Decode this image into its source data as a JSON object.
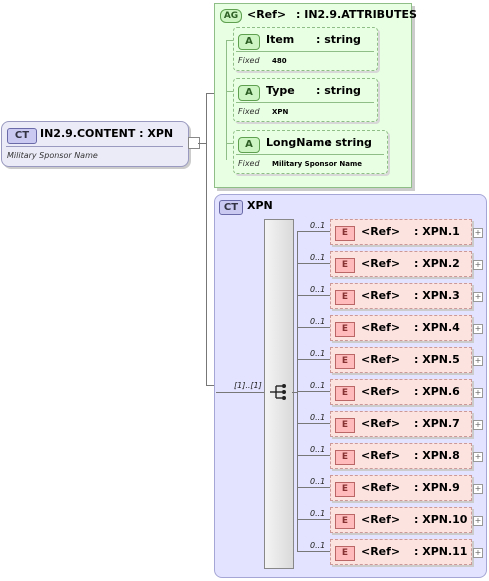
{
  "root": {
    "tag": "CT",
    "title": "IN2.9.CONTENT : XPN",
    "documentation": "Military Sponsor Name"
  },
  "attr_group": {
    "tag": "AG",
    "ref": "<Ref>",
    "name": ": IN2.9.ATTRIBUTES",
    "attributes": [
      {
        "tag": "A",
        "name": "Item",
        "type": ": string",
        "fixed_label": "Fixed",
        "fixed_value": "480"
      },
      {
        "tag": "A",
        "name": "Type",
        "type": ": string",
        "fixed_label": "Fixed",
        "fixed_value": "XPN"
      },
      {
        "tag": "A",
        "name": "LongName",
        "type": ": string",
        "fixed_label": "Fixed",
        "fixed_value": "Military Sponsor Name"
      }
    ]
  },
  "complex_type": {
    "tag": "CT",
    "name": "XPN",
    "occurrence": "[1]..[1]",
    "elements": [
      {
        "tag": "E",
        "occ": "0..1",
        "ref": "<Ref>",
        "name": ": XPN.1"
      },
      {
        "tag": "E",
        "occ": "0..1",
        "ref": "<Ref>",
        "name": ": XPN.2"
      },
      {
        "tag": "E",
        "occ": "0..1",
        "ref": "<Ref>",
        "name": ": XPN.3"
      },
      {
        "tag": "E",
        "occ": "0..1",
        "ref": "<Ref>",
        "name": ": XPN.4"
      },
      {
        "tag": "E",
        "occ": "0..1",
        "ref": "<Ref>",
        "name": ": XPN.5"
      },
      {
        "tag": "E",
        "occ": "0..1",
        "ref": "<Ref>",
        "name": ": XPN.6"
      },
      {
        "tag": "E",
        "occ": "0..1",
        "ref": "<Ref>",
        "name": ": XPN.7"
      },
      {
        "tag": "E",
        "occ": "0..1",
        "ref": "<Ref>",
        "name": ": XPN.8"
      },
      {
        "tag": "E",
        "occ": "0..1",
        "ref": "<Ref>",
        "name": ": XPN.9"
      },
      {
        "tag": "E",
        "occ": "0..1",
        "ref": "<Ref>",
        "name": ": XPN.10"
      },
      {
        "tag": "E",
        "occ": "0..1",
        "ref": "<Ref>",
        "name": ": XPN.11"
      }
    ]
  },
  "colors": {
    "attr_bg": "#e8ffe3",
    "ct_bg": "#e3e3ff",
    "elem_bg": "#fde3e0"
  }
}
